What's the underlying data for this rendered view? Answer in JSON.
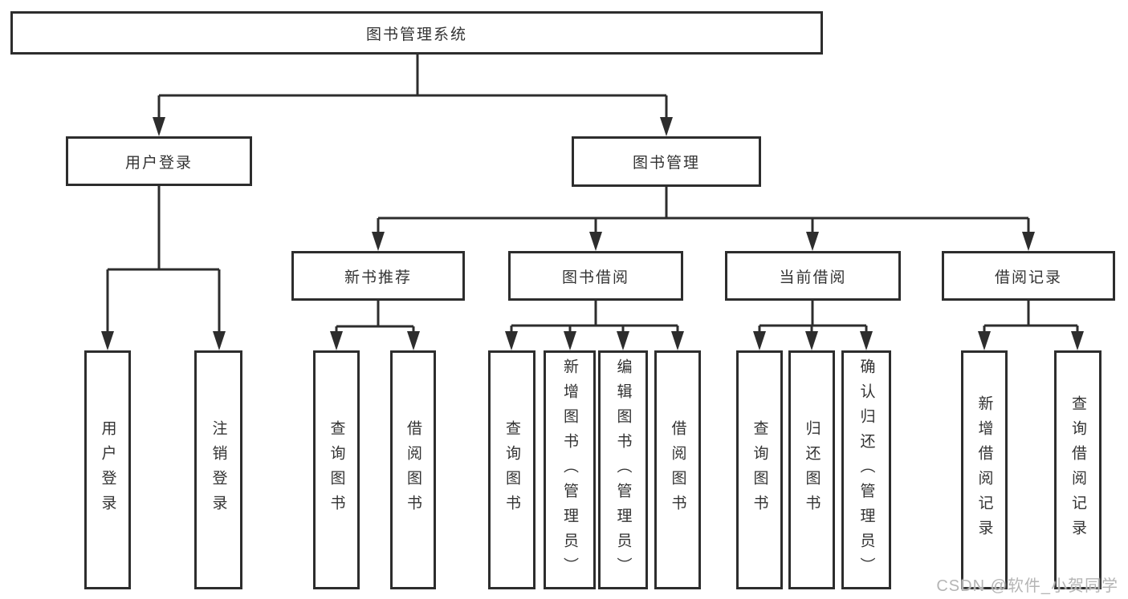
{
  "diagram": {
    "root": {
      "label": "图书管理系统"
    },
    "level2": [
      {
        "label": "用户登录"
      },
      {
        "label": "图书管理"
      }
    ],
    "level3": [
      {
        "label": "新书推荐"
      },
      {
        "label": "图书借阅"
      },
      {
        "label": "当前借阅"
      },
      {
        "label": "借阅记录"
      }
    ],
    "leaves": {
      "user_login": [
        {
          "label": "用户登录"
        },
        {
          "label": "注销登录"
        }
      ],
      "new_book_recommend": [
        {
          "label": "查询图书"
        },
        {
          "label": "借阅图书"
        }
      ],
      "book_borrowing": [
        {
          "label": "查询图书"
        },
        {
          "label": "新增图书（管理员）"
        },
        {
          "label": "编辑图书（管理员）"
        },
        {
          "label": "借阅图书"
        }
      ],
      "current_borrowing": [
        {
          "label": "查询图书"
        },
        {
          "label": "归还图书"
        },
        {
          "label": "确认归还（管理员）"
        }
      ],
      "borrowing_records": [
        {
          "label": "新增借阅记录"
        },
        {
          "label": "查询借阅记录"
        }
      ]
    }
  },
  "watermark": {
    "text": "CSDN @软件_小贺同学"
  },
  "colors": {
    "line": "#2d2d2d",
    "text": "#333333",
    "watermark": "#b5b5b5",
    "background": "#ffffff"
  }
}
